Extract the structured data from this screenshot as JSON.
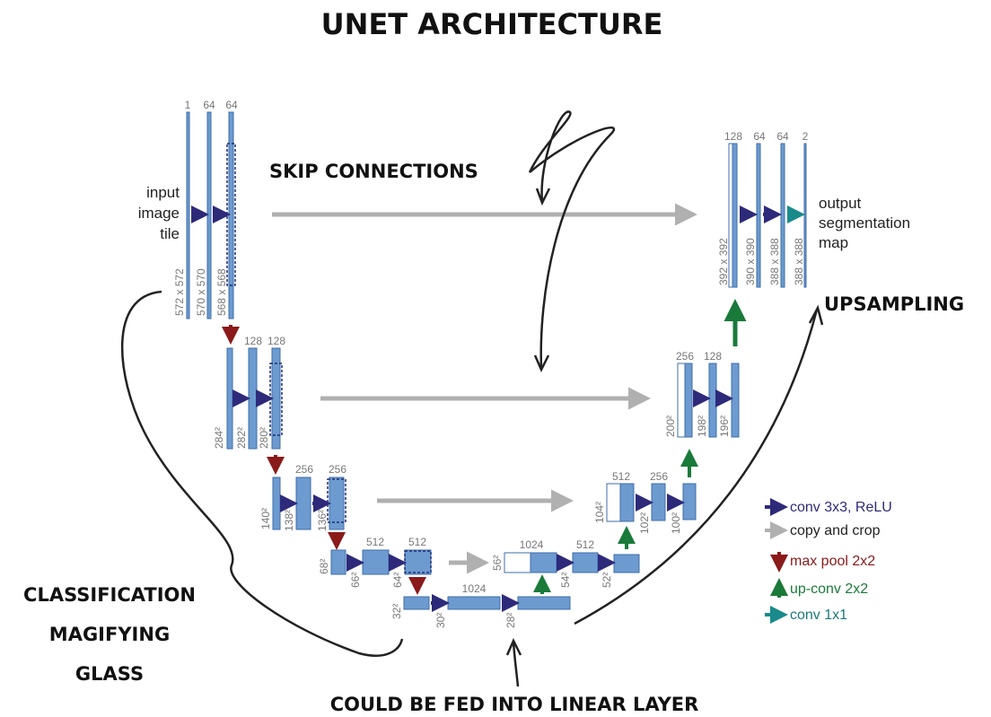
{
  "title": "UNET ARCHITECTURE",
  "annotations": {
    "skip": "SKIP CONNECTIONS",
    "upsampling": "UPSAMPLING",
    "classification": [
      "CLASSIFICATION",
      "MAGIFYING",
      "GLASS"
    ],
    "linear": "COULD BE FED INTO LINEAR LAYER"
  },
  "io_labels": {
    "input": [
      "input",
      "image",
      "tile"
    ],
    "output": [
      "output",
      "segmentation",
      "map"
    ]
  },
  "channel_labels": {
    "l1": [
      "1",
      "64",
      "64"
    ],
    "l2": [
      "128",
      "128"
    ],
    "l3": [
      "256",
      "256"
    ],
    "l4": [
      "512",
      "512"
    ],
    "l5": [
      "1024"
    ],
    "r4": [
      "1024",
      "512"
    ],
    "r3": [
      "512",
      "256"
    ],
    "r2": [
      "256",
      "128"
    ],
    "r1": [
      "128",
      "64",
      "64",
      "2"
    ]
  },
  "size_labels": {
    "l1": [
      "572 x 572",
      "570 x 570",
      "568 x 568"
    ],
    "l2": [
      "284²",
      "282²",
      "280²"
    ],
    "l3": [
      "140²",
      "138²",
      "136²"
    ],
    "l4": [
      "68²",
      "66²",
      "64²"
    ],
    "l5": [
      "32²",
      "30²",
      "28²"
    ],
    "r4": [
      "56²",
      "54²",
      "52²"
    ],
    "r3": [
      "104²",
      "102²",
      "100²"
    ],
    "r2": [
      "200²",
      "198²",
      "196²"
    ],
    "r1": [
      "392 x 392",
      "390 x 390",
      "388 x 388",
      "388 x 388"
    ]
  },
  "legend": [
    {
      "label": "conv 3x3, ReLU",
      "color": "#2e2a7a",
      "icon": "arrow-right-icon"
    },
    {
      "label": "copy and crop",
      "color": "#222222",
      "icon": "arrow-right-icon"
    },
    {
      "label": "max pool 2x2",
      "color": "#8b1a1a",
      "icon": "arrow-down-icon"
    },
    {
      "label": "up-conv 2x2",
      "color": "#1a7a3a",
      "icon": "arrow-up-icon"
    },
    {
      "label": "conv 1x1",
      "color": "#1a7a7a",
      "icon": "arrow-right-icon"
    }
  ],
  "colors": {
    "feature_map": "#6d9bd0",
    "conv": "#2e2a7a",
    "copy": "#b0b0b0",
    "maxpool": "#8b1a1a",
    "upconv": "#1a7a3a",
    "conv1x1": "#1a8a8a"
  }
}
